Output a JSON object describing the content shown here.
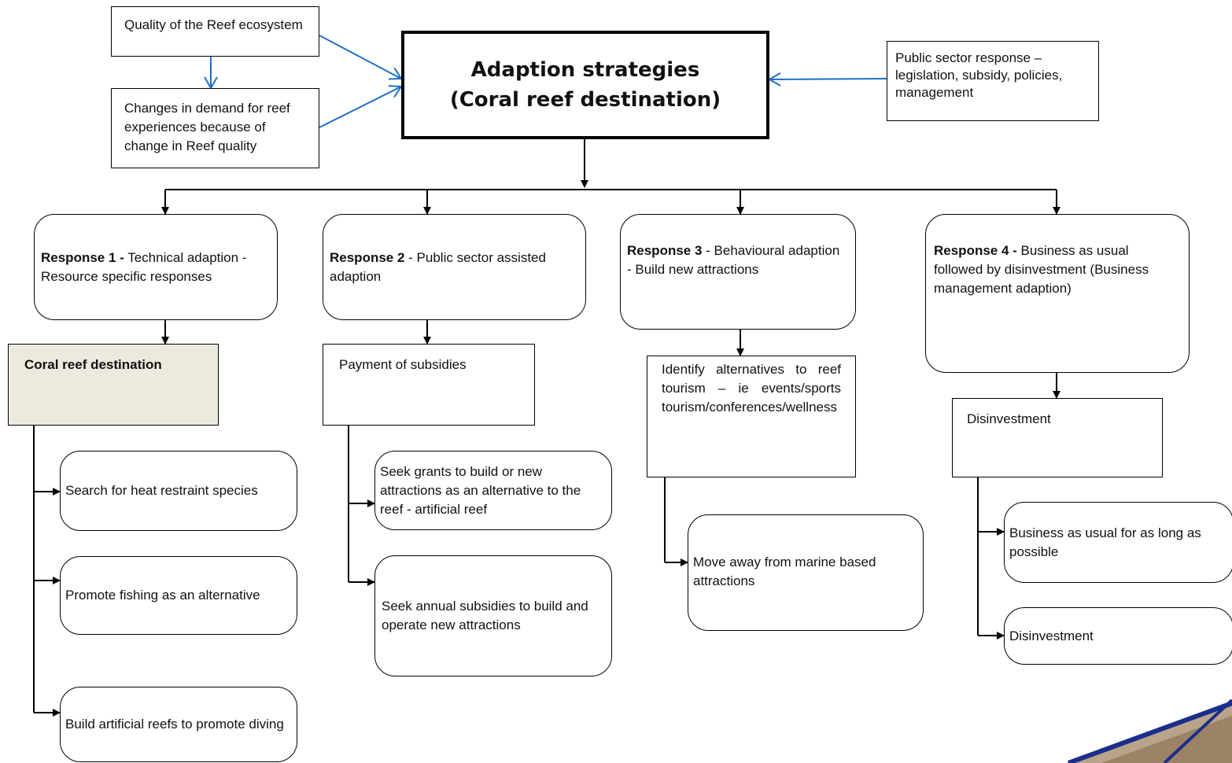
{
  "top": {
    "quality": "Quality of the Reef ecosystem",
    "demand": "Changes in demand for reef experiences because of change in Reef quality",
    "public_sector": "Public sector response – legislation, subsidy, policies, management"
  },
  "title": {
    "line1": "Adaption strategies",
    "line2": "(Coral reef destination)"
  },
  "responses": [
    {
      "label": "Response 1 -",
      "text": " Technical adaption - Resource specific responses"
    },
    {
      "label": "Response  2",
      "text": "  - Public sector assisted adaption"
    },
    {
      "label": "Response  3",
      "text": "  - Behavioural adaption - Build new attractions"
    },
    {
      "label": "Response  4  -",
      "text": " Business as usual followed by disinvestment (Business management adaption)"
    }
  ],
  "level2": {
    "coral": "Coral reef destination",
    "subsidies": "Payment of  subsidies",
    "alternatives": "Identify alternatives to reef tourism – ie events/sports tourism/conferences/wellness",
    "disinvestment": "Disinvestment"
  },
  "actions": {
    "r1": [
      "Search for heat restraint species",
      "Promote fishing as an alternative",
      "Build artificial reefs to promote diving"
    ],
    "r2": [
      "Seek  grants to build or new attractions as an alternative to the reef -  artificial reef",
      "Seek annual subsidies to build and operate new attractions"
    ],
    "r3": [
      "Move away from marine based attractions"
    ],
    "r4": [
      "Business as usual for as long as possible",
      "Disinvestment"
    ]
  },
  "colors": {
    "blue_arrow": "#1f6fc6",
    "shaded_fill": "#ede9df"
  }
}
